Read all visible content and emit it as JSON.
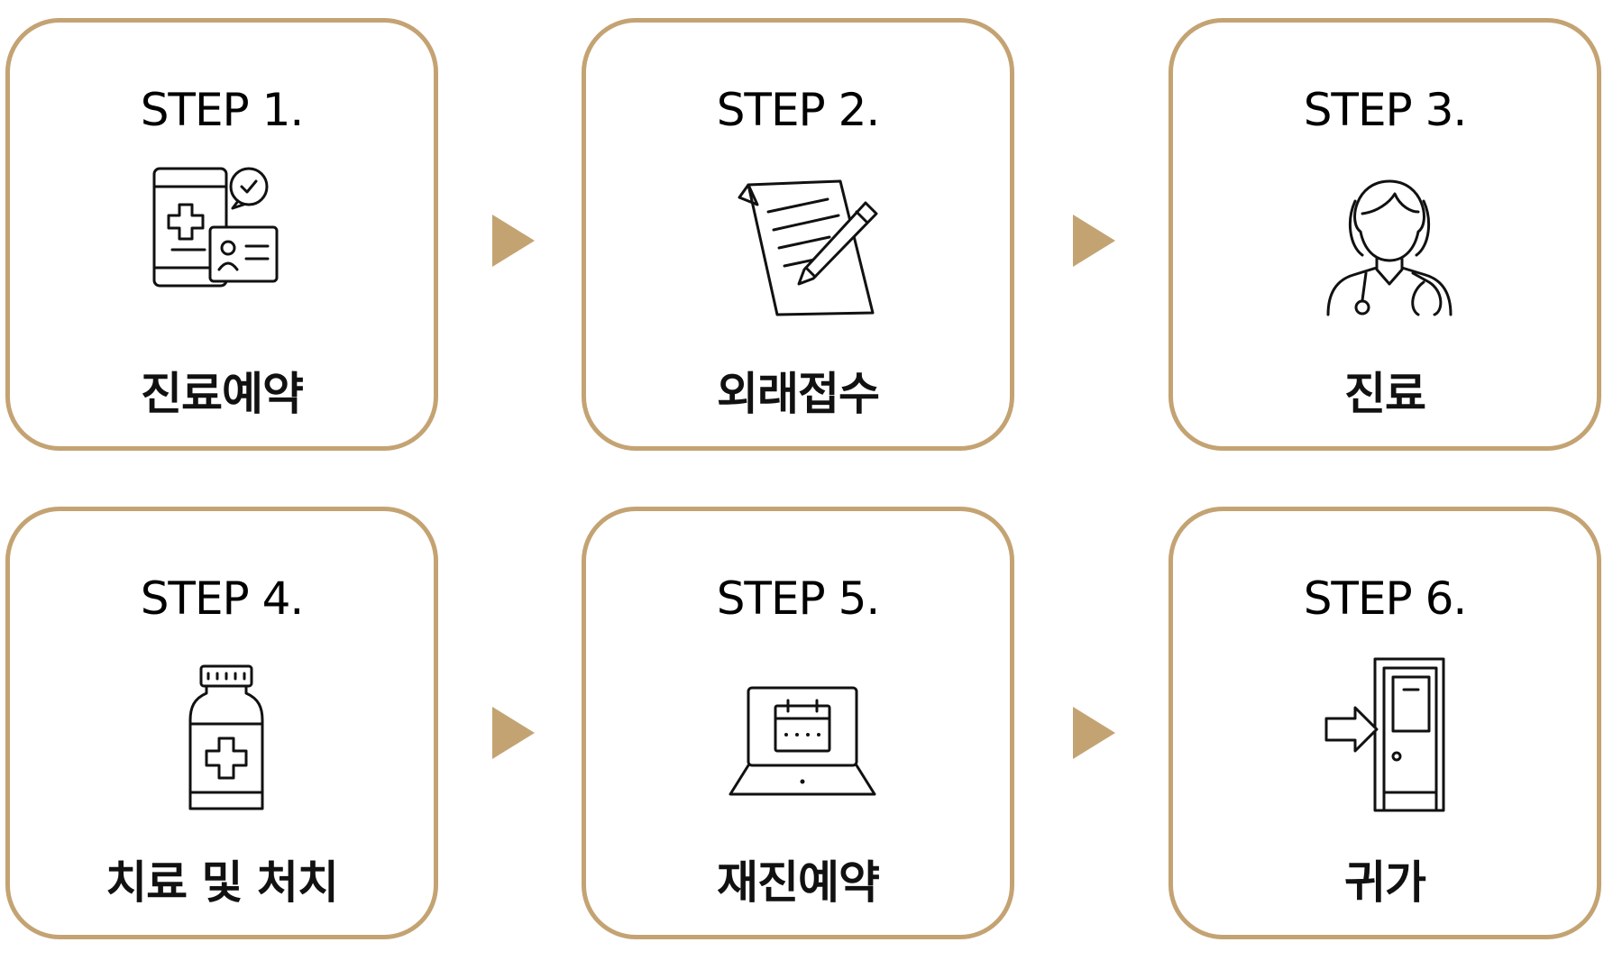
{
  "colors": {
    "accent": "#C4A373",
    "text": "#111111",
    "background": "#FFFFFF"
  },
  "steps": [
    {
      "title": "STEP 1.",
      "label": "진료예약",
      "icon": "mobile-appointment-icon"
    },
    {
      "title": "STEP 2.",
      "label": "외래접수",
      "icon": "document-pen-icon"
    },
    {
      "title": "STEP 3.",
      "label": "진료",
      "icon": "female-doctor-icon"
    },
    {
      "title": "STEP 4.",
      "label": "치료 및 처치",
      "icon": "medicine-bottle-icon"
    },
    {
      "title": "STEP 5.",
      "label": "재진예약",
      "icon": "laptop-calendar-icon"
    },
    {
      "title": "STEP 6.",
      "label": "귀가",
      "icon": "door-exit-icon"
    }
  ]
}
